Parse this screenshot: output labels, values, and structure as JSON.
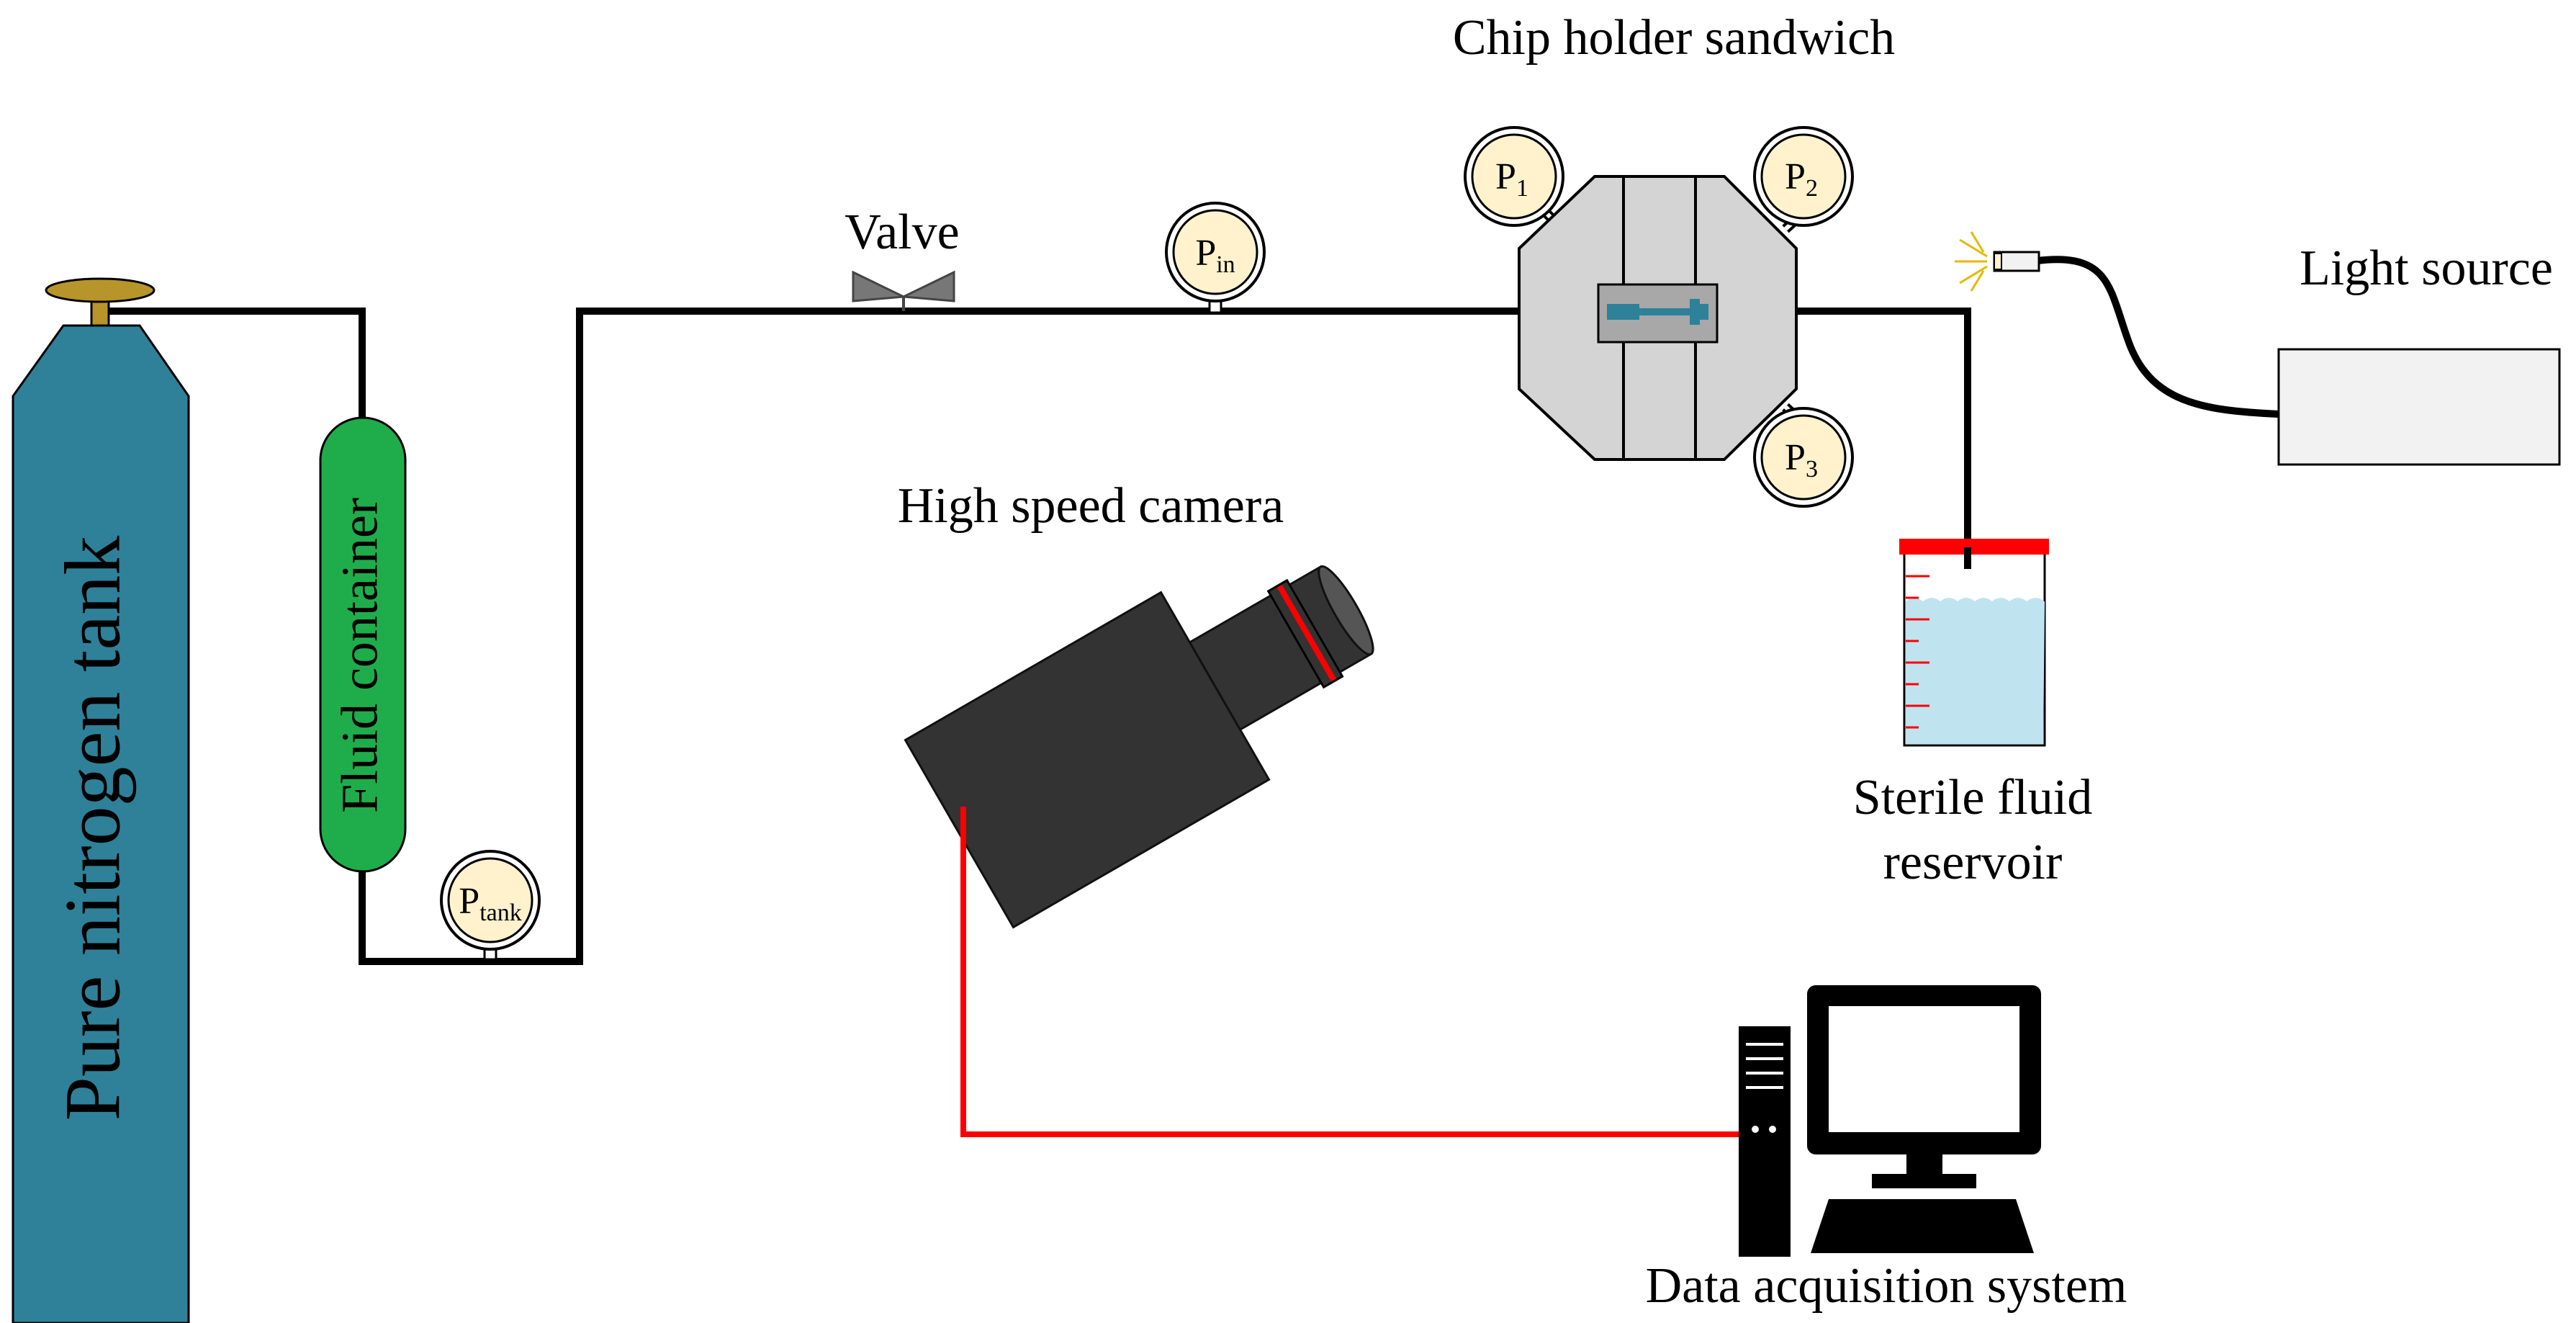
{
  "labels": {
    "nitrogen_tank": "Pure nitrogen tank",
    "fluid_container": "Fluid container",
    "valve": "Valve",
    "chip_holder": "Chip holder sandwich",
    "light_source": "Light source",
    "camera": "High speed camera",
    "reservoir_line1": "Sterile fluid",
    "reservoir_line2": "reservoir",
    "data_system": "Data acquisition system"
  },
  "gauges": {
    "p_tank": {
      "main": "P",
      "sub": "tank"
    },
    "p_in": {
      "main": "P",
      "sub": "in"
    },
    "p1": {
      "main": "P",
      "sub": "1"
    },
    "p2": {
      "main": "P",
      "sub": "2"
    },
    "p3": {
      "main": "P",
      "sub": "3"
    }
  },
  "colors": {
    "tank": "#2E8199",
    "tank_cap": "#B8952A",
    "fluid_container": "#1FAD4B",
    "gauge_fill": "#FFF2CC",
    "chip_holder": "#D4D4D4",
    "chip": "#2E8199",
    "camera": "#333333",
    "camera_cable": "#FF0000",
    "reservoir_fluid": "#BFE4F0",
    "reservoir_lid": "#FF0000"
  }
}
